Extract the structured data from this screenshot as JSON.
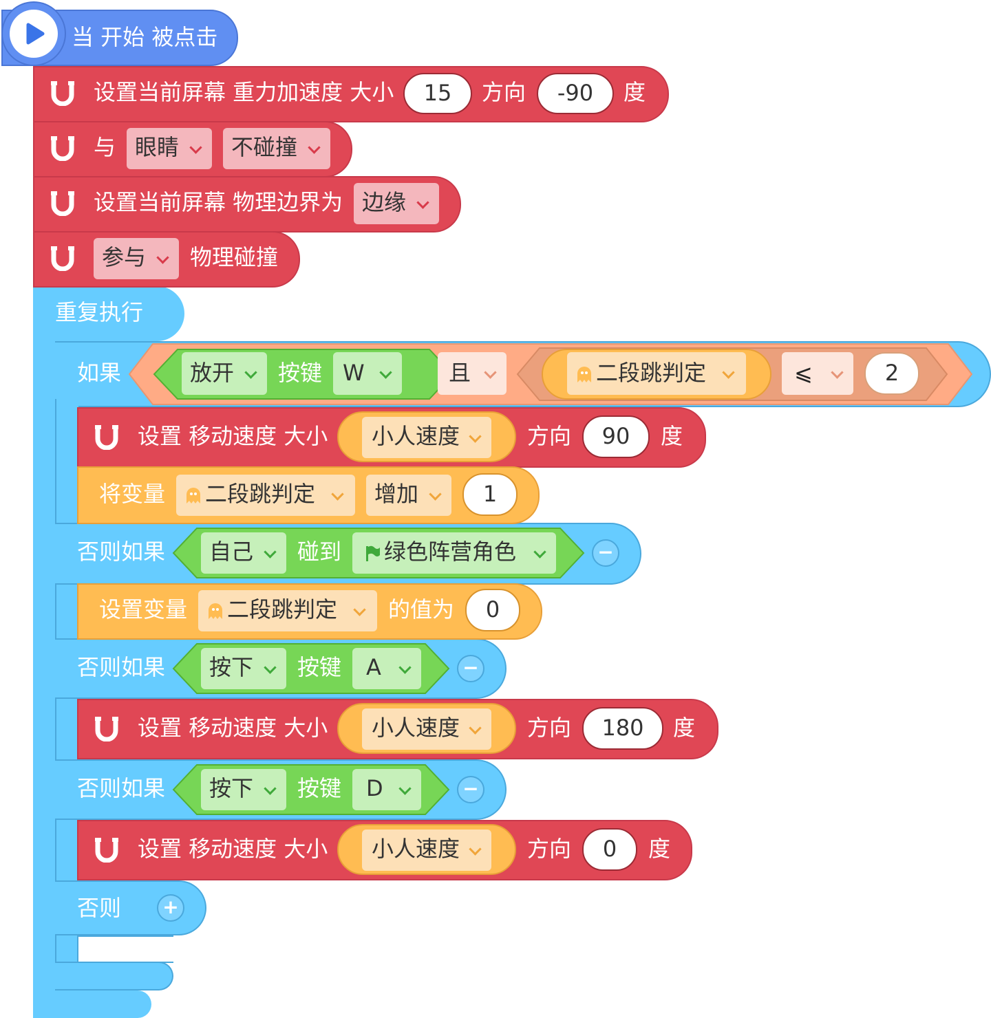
{
  "event_block": {
    "label": "当 开始 被点击"
  },
  "gravity_block": {
    "label": "设置当前屏幕 重力加速度 大小",
    "magnitude": "15",
    "direction_label": "方向",
    "direction": "-90",
    "unit": "度"
  },
  "collide_block": {
    "label": "与",
    "target": "眼睛",
    "mode": "不碰撞"
  },
  "boundary_block": {
    "label": "设置当前屏幕 物理边界为",
    "value": "边缘"
  },
  "physics_block": {
    "mode": "参与",
    "label": "物理碰撞"
  },
  "loop_block": {
    "label": "重复执行"
  },
  "if_block": {
    "label": "如果",
    "cond_key_action": "放开",
    "cond_key_label": "按键",
    "cond_key": "W",
    "logic_op": "且",
    "var_name": "二段跳判定",
    "compare_op": "⩽",
    "compare_value": "2"
  },
  "speed_block_1": {
    "label": "设置 移动速度 大小",
    "var": "小人速度",
    "direction_label": "方向",
    "direction": "90",
    "unit": "度"
  },
  "change_var_block": {
    "label": "将变量",
    "var": "二段跳判定",
    "op": "增加",
    "value": "1"
  },
  "elseif_1": {
    "label": "否则如果",
    "subject": "自己",
    "verb": "碰到",
    "target": "绿色阵营角色"
  },
  "set_var_block": {
    "label": "设置变量",
    "var": "二段跳判定",
    "suffix": "的值为",
    "value": "0"
  },
  "elseif_2": {
    "label": "否则如果",
    "action": "按下",
    "key_label": "按键",
    "key": "A"
  },
  "speed_block_2": {
    "label": "设置 移动速度 大小",
    "var": "小人速度",
    "direction_label": "方向",
    "direction": "180",
    "unit": "度"
  },
  "elseif_3": {
    "label": "否则如果",
    "action": "按下",
    "key_label": "按键",
    "key": "D"
  },
  "speed_block_3": {
    "label": "设置 移动速度 大小",
    "var": "小人速度",
    "direction_label": "方向",
    "direction": "0",
    "unit": "度"
  },
  "else_block": {
    "label": "否则"
  },
  "icons": {
    "remove": "−",
    "add": "+"
  },
  "colors": {
    "physics": "#e04755",
    "control": "#66ccff",
    "variable": "#ffbc52",
    "sensing": "#77d656",
    "operator": "#ffab85",
    "event": "#608ff2"
  }
}
